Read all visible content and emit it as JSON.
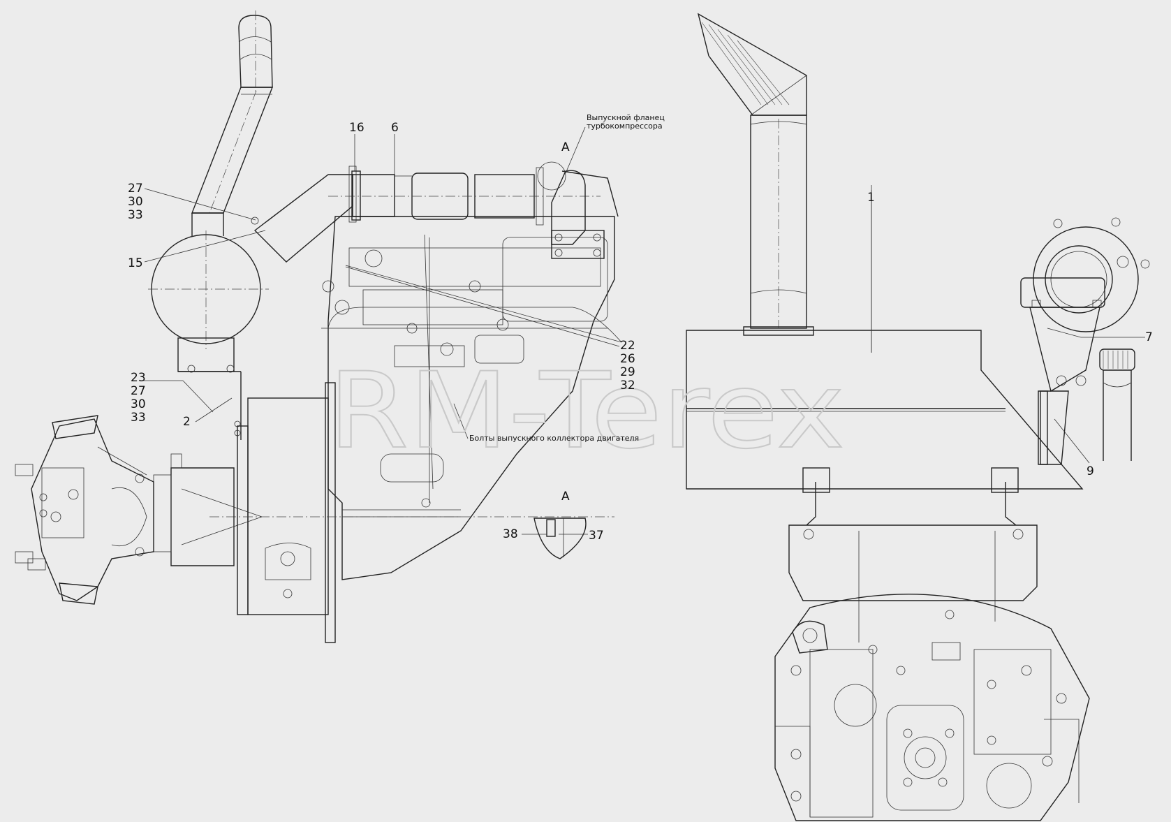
{
  "callouts": {
    "c1": "1",
    "c2": "2",
    "c6": "6",
    "c7": "7",
    "c9": "9",
    "c15": "15",
    "c16": "16",
    "c37": "37",
    "c38": "38",
    "g27_30_33": [
      "27",
      "30",
      "33"
    ],
    "g23_27_30_33": [
      "23",
      "27",
      "30",
      "33"
    ],
    "g22_26_29_32": [
      "22",
      "26",
      "29",
      "32"
    ]
  },
  "views": {
    "view_marker_a": "A",
    "detail_a_title": "A"
  },
  "notes": {
    "turbo_flange": [
      "Выпускной фланец",
      "турбокомпрессора"
    ],
    "manifold_bolts": "Болты выпускного коллектора двигателя"
  },
  "watermark": "RM-Terex",
  "colors": {
    "background": "#ececec",
    "line": "#222222",
    "watermark": "#c9c9c9"
  }
}
